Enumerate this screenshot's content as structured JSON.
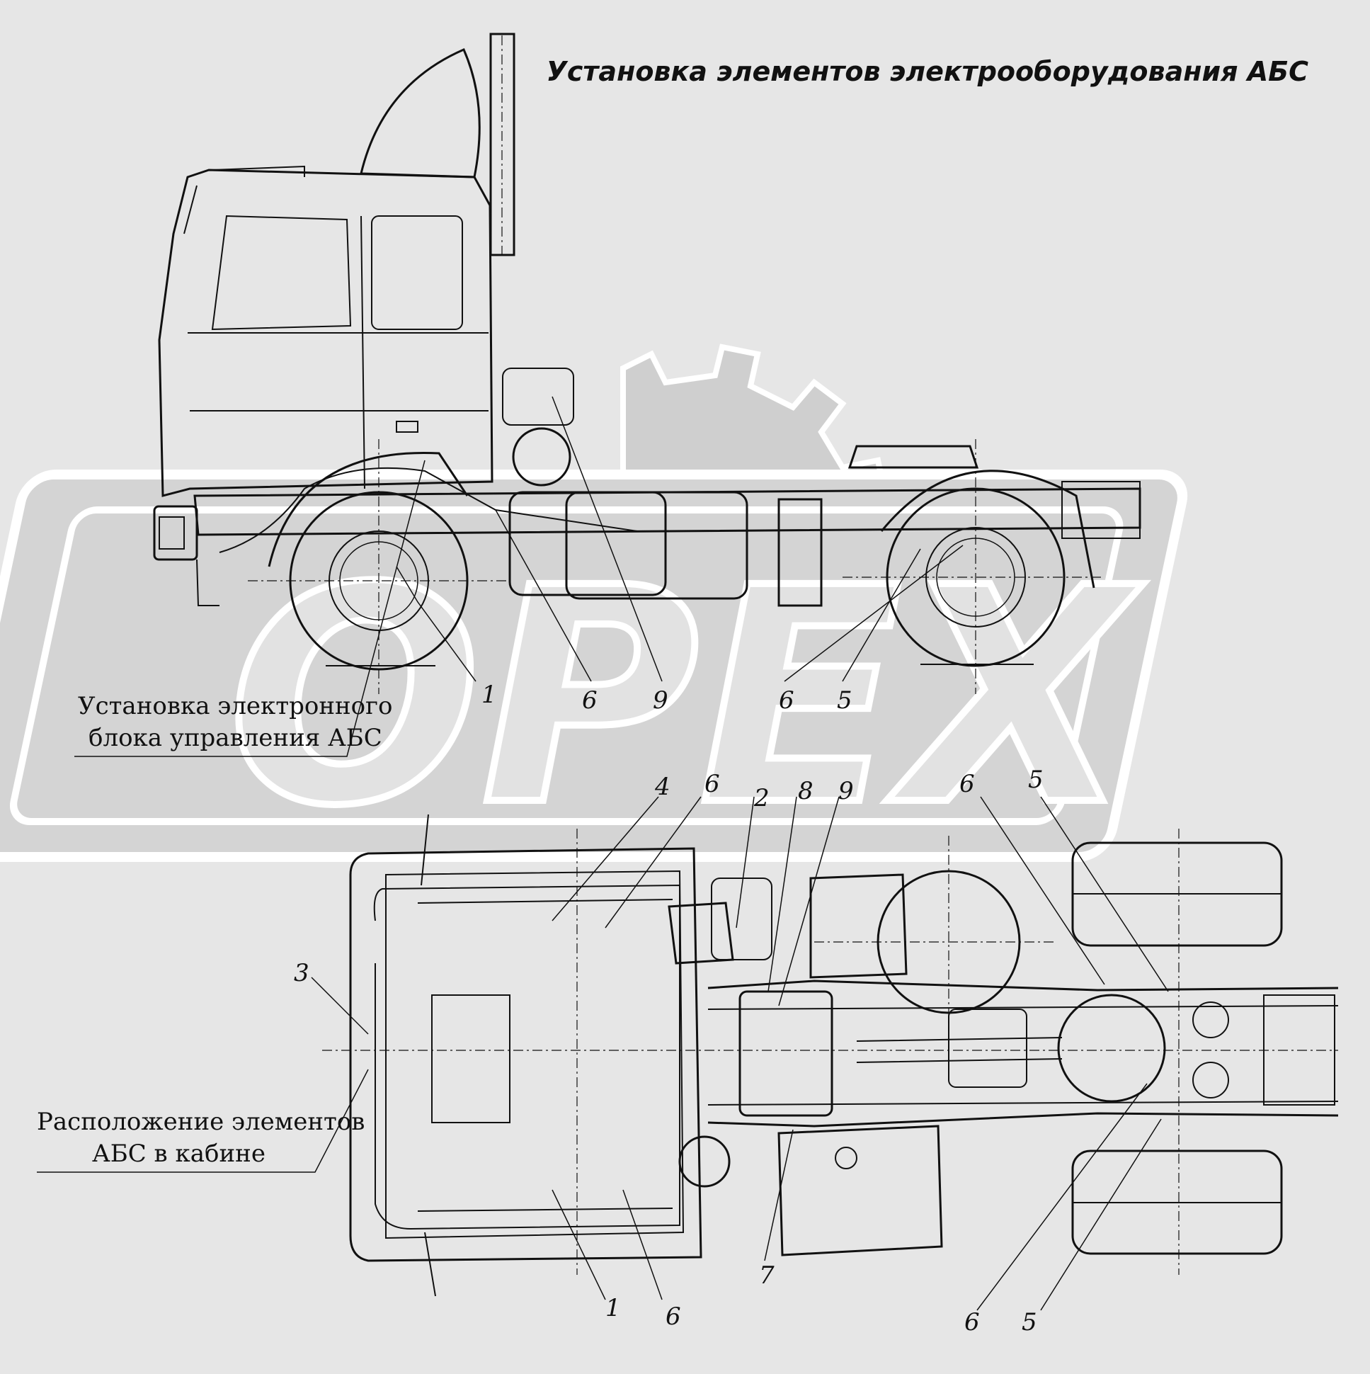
{
  "title": "Установка элементов электрооборудования АБС",
  "callouts": {
    "ecu_install_line1": "Установка электронного",
    "ecu_install_line2": "блока управления АБС",
    "cabin_layout_line1": "Расположение элементов",
    "cabin_layout_line2": "АБС в кабине"
  },
  "watermark": "OPEX",
  "side_view_labels": [
    "1",
    "6",
    "9",
    "6",
    "5"
  ],
  "top_view_labels_top": [
    "4",
    "6",
    "2",
    "8",
    "9",
    "6",
    "5"
  ],
  "top_view_labels_left": [
    "3"
  ],
  "top_view_labels_bottom": [
    "1",
    "6",
    "7",
    "6",
    "5"
  ]
}
